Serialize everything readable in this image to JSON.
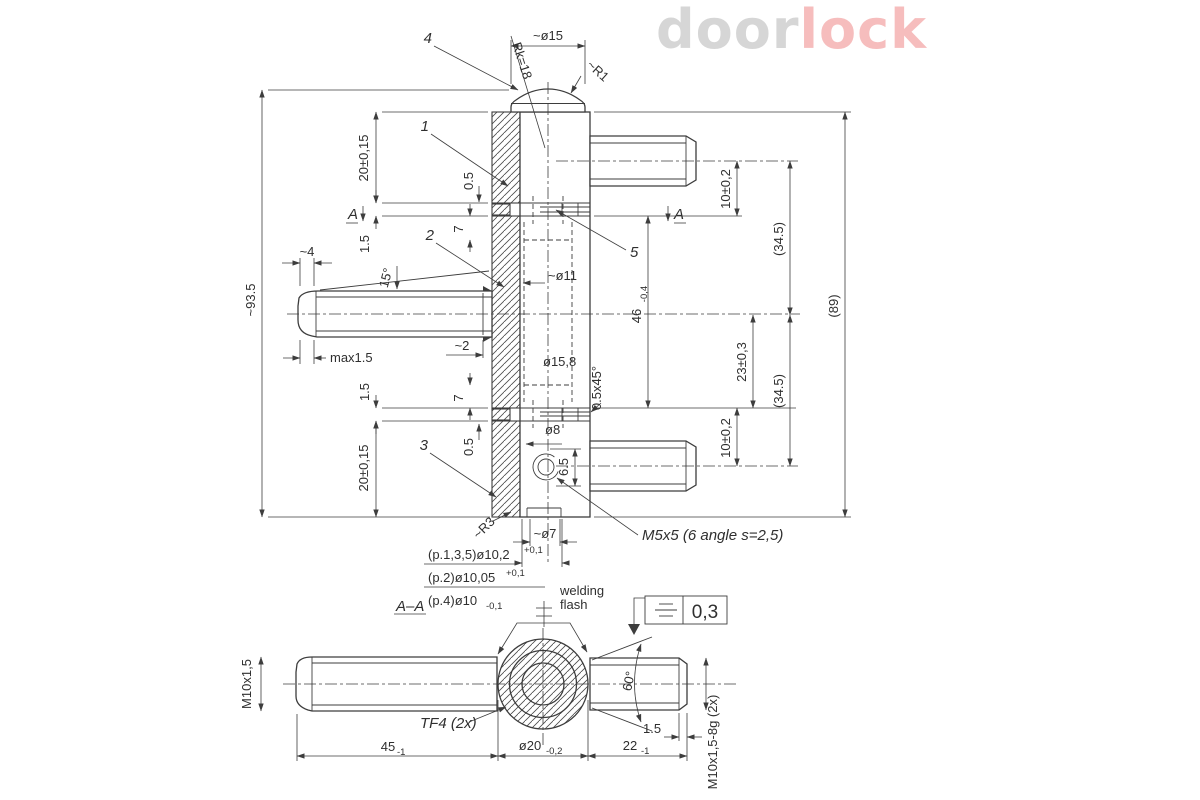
{
  "colors": {
    "line": "#3d3d3d",
    "logo_gray": "#d6d6d6",
    "logo_red": "#f6bdbd"
  },
  "logo": {
    "door": "door",
    "lock": "lock"
  },
  "callouts": {
    "c1": "1",
    "c2": "2",
    "c3": "3",
    "c4": "4",
    "c5": "5"
  },
  "top": {
    "dia": "~ø15",
    "rk": "Rk=18",
    "r1": "~R1"
  },
  "dims": {
    "total": "~93.5",
    "d20": "20±0,15",
    "gap15": "1.5",
    "step05": "0.5",
    "d7": "7",
    "tip4": "~4",
    "ang15": "15°",
    "max15": "max1.5",
    "gap2": "~2",
    "dia11": "~ø11",
    "dia158": "ø15,8",
    "cham": "0.5x45°",
    "d46": "46",
    "d46t": "-0,4",
    "d23": "23±0,3",
    "d10": "10±0,2",
    "d345": "(34.5)",
    "d89": "(89)",
    "dia8": "ø8",
    "d65": "6.5",
    "r3": "~R3",
    "dia7": "~ø7",
    "m5": "M5x5 (6 angle s=2,5)",
    "a": "A"
  },
  "notes": {
    "r1": "(p.1,3,5)ø10,2",
    "r1t": "+0,1",
    "r2": "(p.2)ø10,05",
    "r2t": "+0,1",
    "r3": "(p.4)ø10",
    "r3t": "-0,1"
  },
  "section": {
    "title": "A–A",
    "weld1": "welding",
    "weld2": "flash",
    "m10": "M10x1,5",
    "tf4": "TF4 (2x)",
    "d45": "45",
    "d45t": "-1",
    "dia20": "ø20",
    "dia20t": "-0,2",
    "d22": "22",
    "d22t": "-1",
    "cham15": "1.5",
    "ang60": "60°",
    "thread": "M10x1,5-8g (2x)",
    "tol": "0,3"
  }
}
